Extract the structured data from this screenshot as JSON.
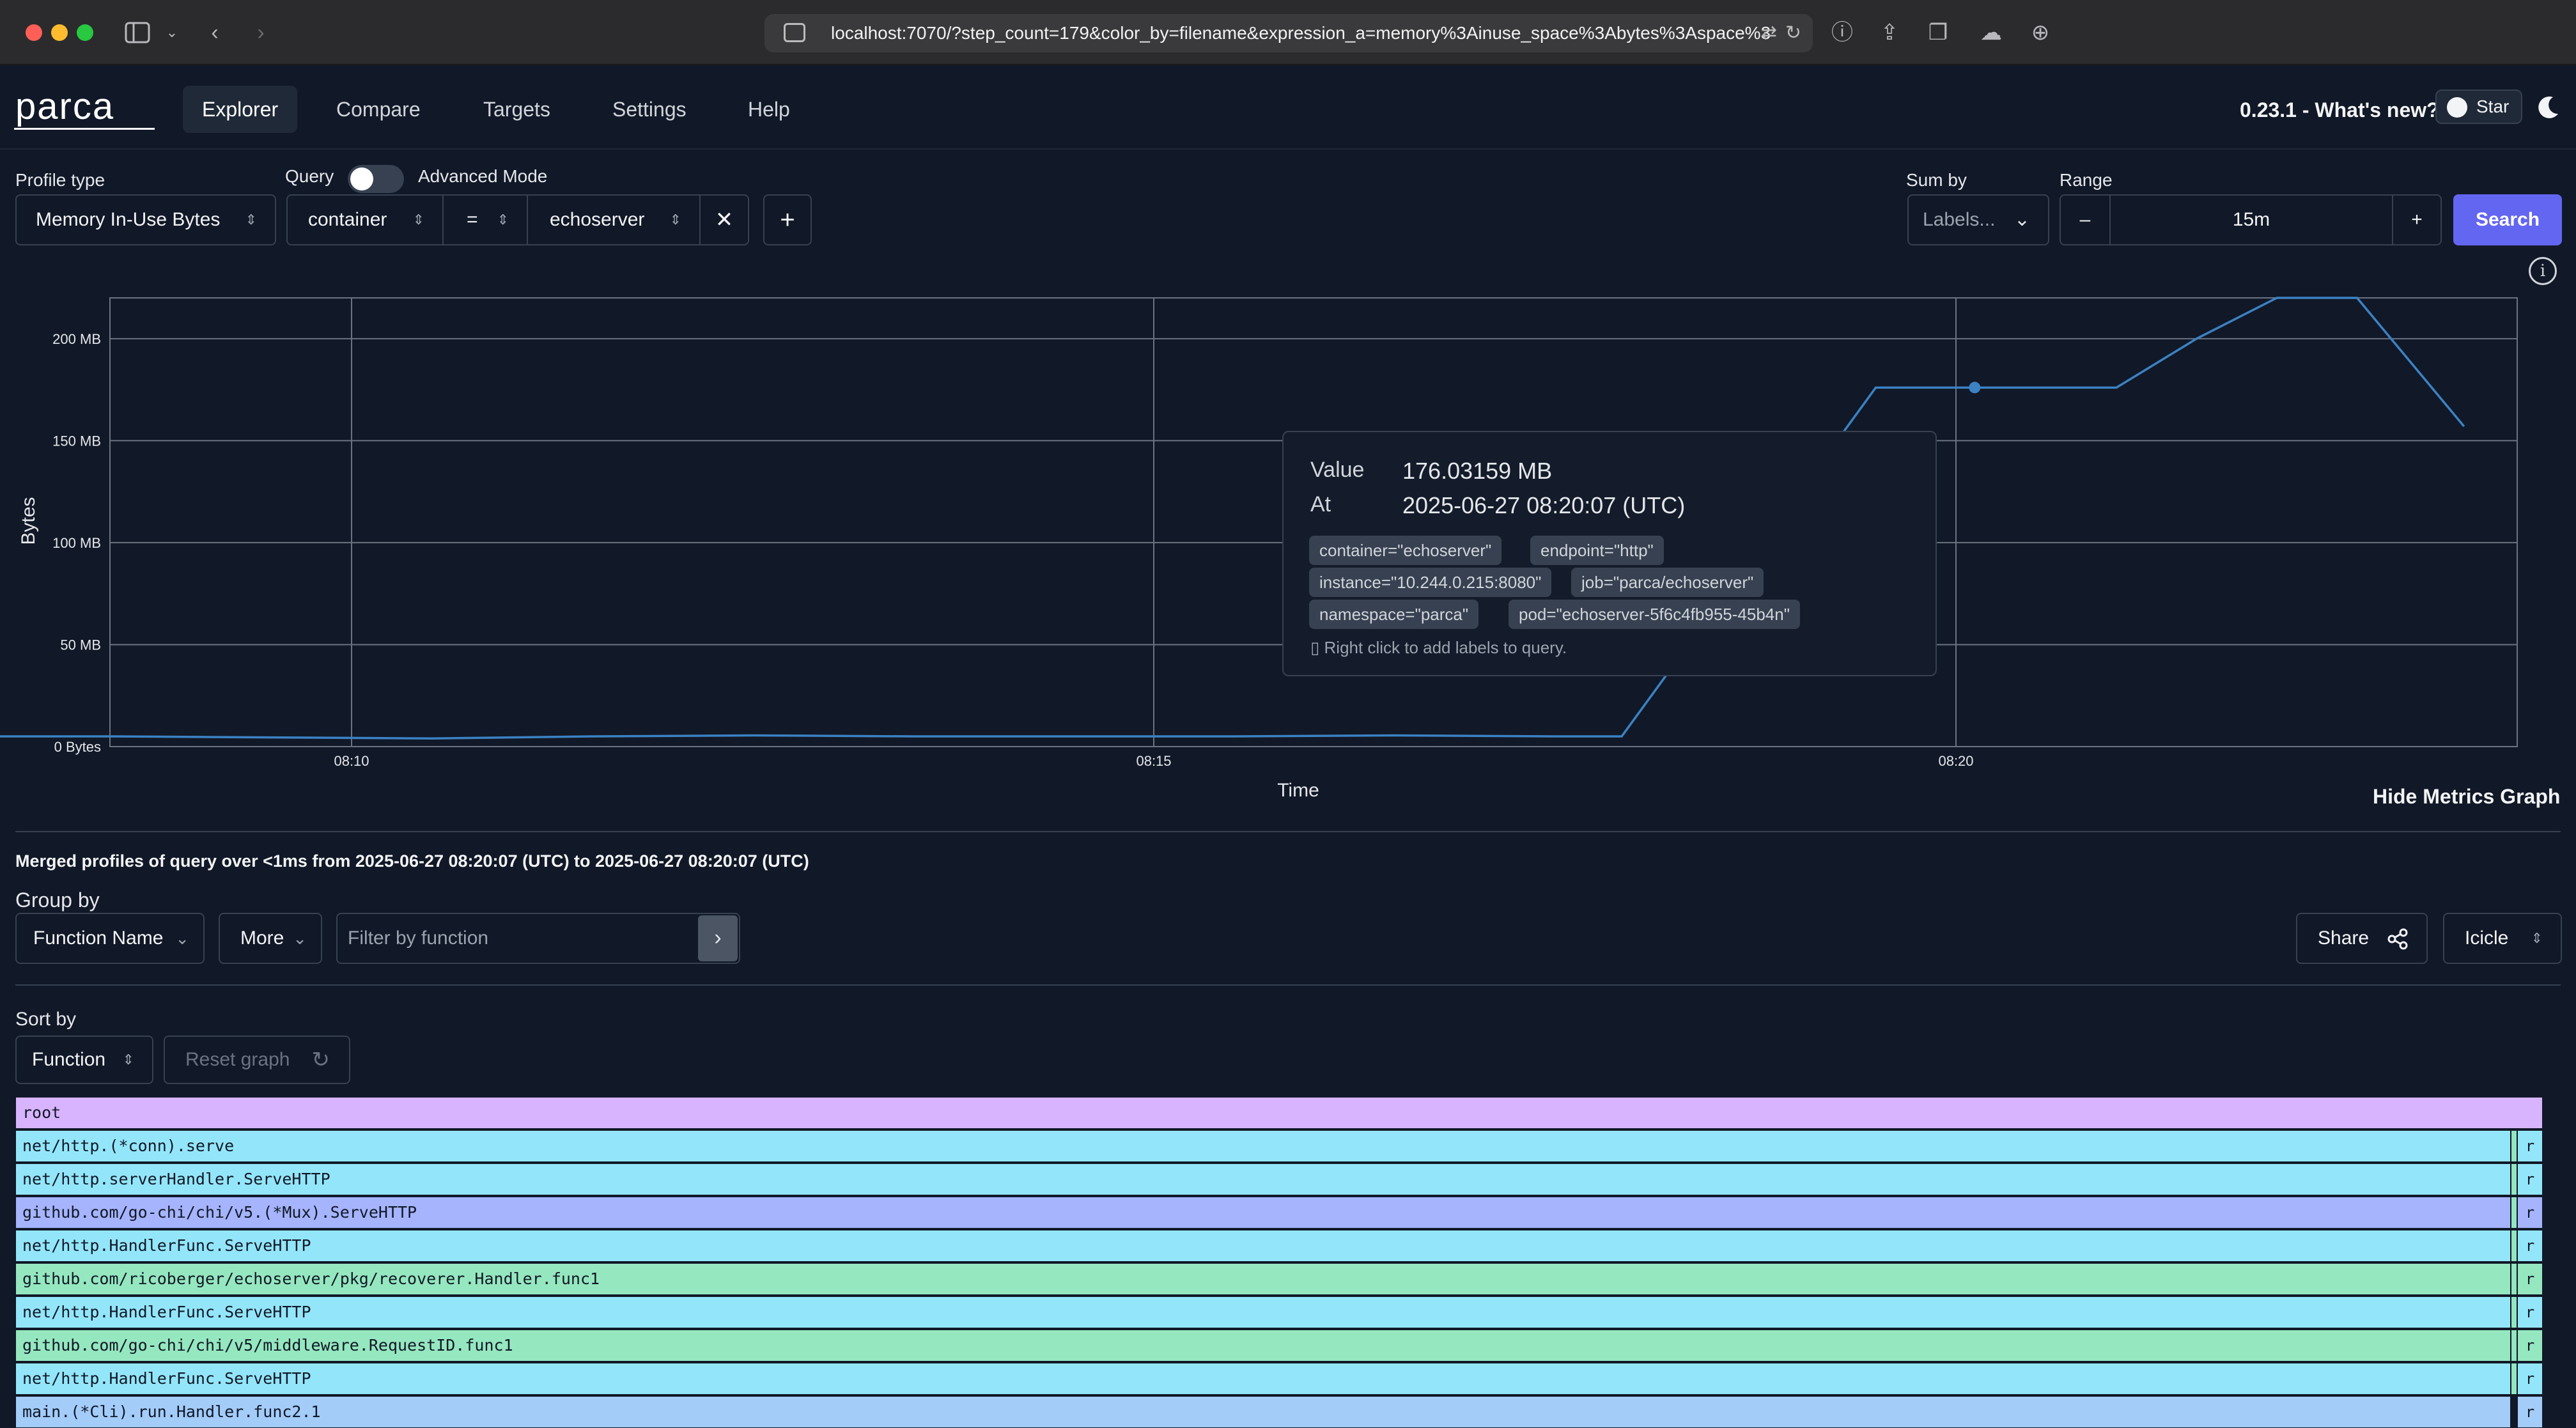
{
  "browser": {
    "url": "localhost:7070/?step_count=179&color_by=filename&expression_a=memory%3Ainuse_space%3Abytes%3Aspace%3"
  },
  "header": {
    "nav": [
      {
        "label": "Explorer",
        "active": true
      },
      {
        "label": "Compare",
        "active": false
      },
      {
        "label": "Targets",
        "active": false
      },
      {
        "label": "Settings",
        "active": false
      },
      {
        "label": "Help",
        "active": false
      }
    ],
    "version": "0.23.1 - What's new?",
    "star_label": "Star"
  },
  "query": {
    "profile_type_label": "Profile type",
    "profile_type_value": "Memory In-Use Bytes",
    "query_label": "Query",
    "advanced_mode_label": "Advanced Mode",
    "matcher": {
      "label": "container",
      "operator": "=",
      "value": "echoserver"
    },
    "sum_by_label": "Sum by",
    "sum_by_value": "Labels...",
    "range_label": "Range",
    "range_value": "15m",
    "range_minus": "–",
    "range_plus": "+",
    "search_label": "Search"
  },
  "chart_data": {
    "type": "line",
    "ylabel": "Bytes",
    "xlabel": "Time",
    "y_ticks": [
      "0 Bytes",
      "50 MB",
      "100 MB",
      "150 MB",
      "200 MB"
    ],
    "x_ticks": [
      "08:10",
      "08:15",
      "08:20"
    ],
    "ylim_mb": [
      0,
      220
    ],
    "grid": true,
    "series": [
      {
        "x": [
          "08:07:23",
          "08:08:30",
          "08:09:30",
          "08:10:30",
          "08:11:30",
          "08:12:30",
          "08:13:30",
          "08:14:30",
          "08:15:30",
          "08:16:30",
          "08:17:30",
          "08:17:55",
          "08:19:30",
          "08:20:07",
          "08:21:00",
          "08:21:30",
          "08:22:00",
          "08:22:30",
          "08:23:10"
        ],
        "y": [
          5,
          5,
          4.5,
          4,
          5,
          5.5,
          5,
          5,
          5,
          5.5,
          5,
          5,
          176,
          176,
          176,
          200,
          220,
          220,
          157
        ]
      }
    ],
    "highlight": {
      "x": "08:20:07",
      "y": 176.03
    }
  },
  "tooltip": {
    "value_label": "Value",
    "value": "176.03159 MB",
    "at_label": "At",
    "at": "2025-06-27 08:20:07 (UTC)",
    "labels": [
      "container=\"echoserver\"",
      "endpoint=\"http\"",
      "instance=\"10.244.0.215:8080\"",
      "job=\"parca/echoserver\"",
      "namespace=\"parca\"",
      "pod=\"echoserver-5f6c4fb955-45b4n\""
    ],
    "hint": "Right click to add labels to query."
  },
  "hide_graph_label": "Hide Metrics Graph",
  "merged_text": "Merged profiles of query over <1ms from 2025-06-27 08:20:07 (UTC) to 2025-06-27 08:20:07 (UTC)",
  "group_by": {
    "label": "Group by",
    "value": "Function Name",
    "more_label": "More",
    "filter_placeholder": "Filter by function"
  },
  "share_label": "Share",
  "view_value": "Icicle",
  "sort_by": {
    "label": "Sort by",
    "value": "Function",
    "reset_label": "Reset graph"
  },
  "icicle": {
    "rows": [
      {
        "name": "root",
        "color": "#d8b4fe",
        "side": ""
      },
      {
        "name": "net/http.(*conn).serve",
        "color": "#93e6f9",
        "side": "r"
      },
      {
        "name": "net/http.serverHandler.ServeHTTP",
        "color": "#93e6f9",
        "side": "r"
      },
      {
        "name": "github.com/go-chi/chi/v5.(*Mux).ServeHTTP",
        "color": "#a5b4fc",
        "side": "r"
      },
      {
        "name": "net/http.HandlerFunc.ServeHTTP",
        "color": "#93e6f9",
        "side": "r"
      },
      {
        "name": "github.com/ricoberger/echoserver/pkg/recoverer.Handler.func1",
        "color": "#95e7bf",
        "side": "r"
      },
      {
        "name": "net/http.HandlerFunc.ServeHTTP",
        "color": "#93e6f9",
        "side": "r"
      },
      {
        "name": "github.com/go-chi/chi/v5/middleware.RequestID.func1",
        "color": "#95e7bf",
        "side": "r"
      },
      {
        "name": "net/http.HandlerFunc.ServeHTTP",
        "color": "#93e6f9",
        "side": "r"
      },
      {
        "name": "main.(*Cli).run.Handler.func2.1",
        "color": "#a3ccf9",
        "side": "r"
      }
    ]
  }
}
